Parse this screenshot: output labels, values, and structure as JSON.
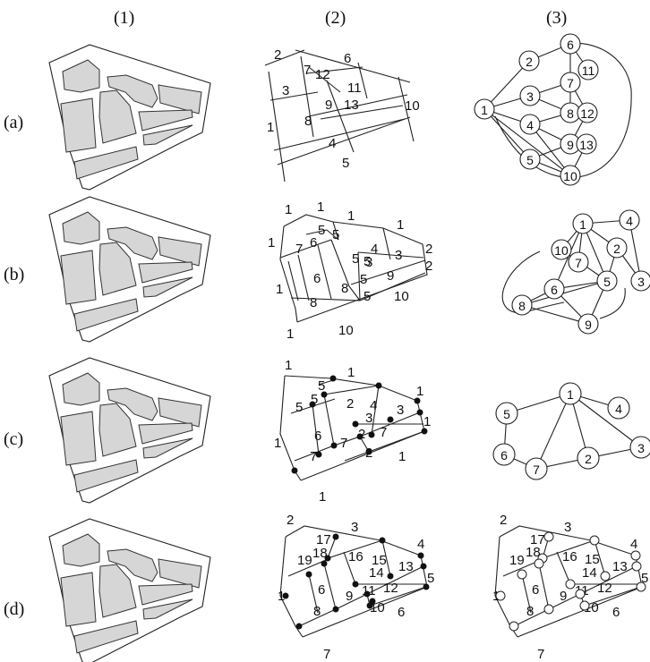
{
  "columns": [
    "(1)",
    "(2)",
    "(3)"
  ],
  "rows": [
    "(a)",
    "(b)",
    "(c)",
    "(d)"
  ],
  "row_a": {
    "lines": [
      "1",
      "2",
      "3",
      "4",
      "5",
      "6",
      "7",
      "8",
      "9",
      "10",
      "11",
      "12",
      "13"
    ],
    "nodes": [
      "1",
      "2",
      "3",
      "4",
      "5",
      "6",
      "7",
      "8",
      "9",
      "10",
      "11",
      "12",
      "13"
    ]
  },
  "row_b": {
    "edge_labels": [
      "1",
      "1",
      "1",
      "1",
      "1",
      "1",
      "1",
      "5",
      "5",
      "7",
      "6",
      "5",
      "4",
      "3",
      "2",
      "2",
      "5",
      "3",
      "6",
      "8",
      "5",
      "9",
      "5",
      "10",
      "8",
      "10"
    ],
    "nodes": [
      "1",
      "2",
      "3",
      "4",
      "5",
      "6",
      "7",
      "8",
      "9",
      "10"
    ]
  },
  "row_c": {
    "edge_labels": [
      "1",
      "1",
      "1",
      "5",
      "5",
      "5",
      "2",
      "4",
      "3",
      "3",
      "1",
      "6",
      "7",
      "2",
      "7",
      "7",
      "2",
      "1",
      "1",
      "1"
    ],
    "nodes": [
      "1",
      "2",
      "3",
      "4",
      "5",
      "6",
      "7"
    ]
  },
  "row_d": {
    "labels": [
      "2",
      "3",
      "4",
      "17",
      "18",
      "19",
      "16",
      "15",
      "13",
      "14",
      "5",
      "12",
      "11",
      "6",
      "9",
      "1",
      "8",
      "10",
      "6",
      "7"
    ]
  }
}
